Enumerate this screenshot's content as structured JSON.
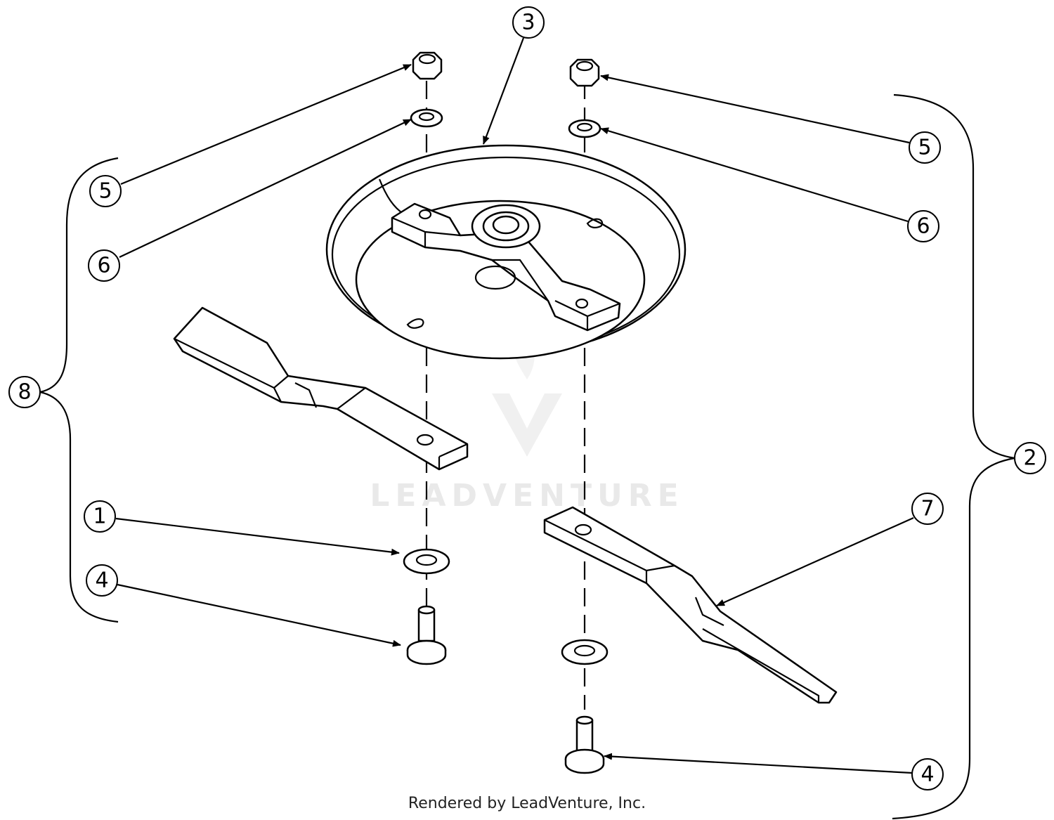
{
  "diagram": {
    "callouts": {
      "item_1": "1",
      "item_2": "2",
      "item_3": "3",
      "item_4_left": "4",
      "item_4_right": "4",
      "item_5_left": "5",
      "item_5_right": "5",
      "item_6_left": "6",
      "item_6_right": "6",
      "item_7": "7",
      "item_8": "8"
    },
    "watermark": "LEADVENTURE",
    "footer": "Rendered by LeadVenture, Inc."
  }
}
